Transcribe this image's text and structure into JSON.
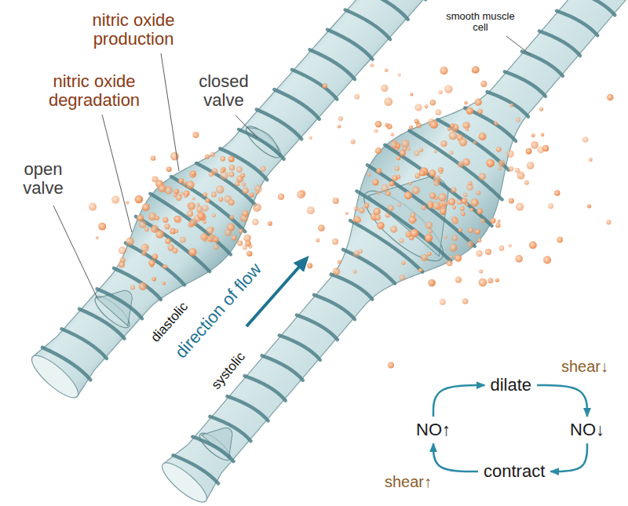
{
  "diagram": {
    "nodes": [
      {
        "text": [
          "dilate"
        ]
      },
      {
        "text": [
          "NO↑"
        ]
      },
      {
        "text": [
          "NO↓"
        ]
      },
      {
        "text": [
          "contract"
        ]
      }
    ],
    "edges": [
      {
        "from": 1,
        "to": 0,
        "arrow": "to"
      },
      {
        "from": 0,
        "to": 2,
        "arrow": "to"
      },
      {
        "from": 2,
        "to": 3,
        "arrow": "to"
      },
      {
        "from": 3,
        "to": 1,
        "arrow": "to"
      }
    ],
    "labels": [
      "nitric oxide production",
      "nitric oxide degradation",
      "closed valve",
      "open valve",
      "diastolic",
      "direction of flow",
      "systolic",
      "smooth muscle cell",
      "shear↓",
      "shear↑"
    ]
  }
}
